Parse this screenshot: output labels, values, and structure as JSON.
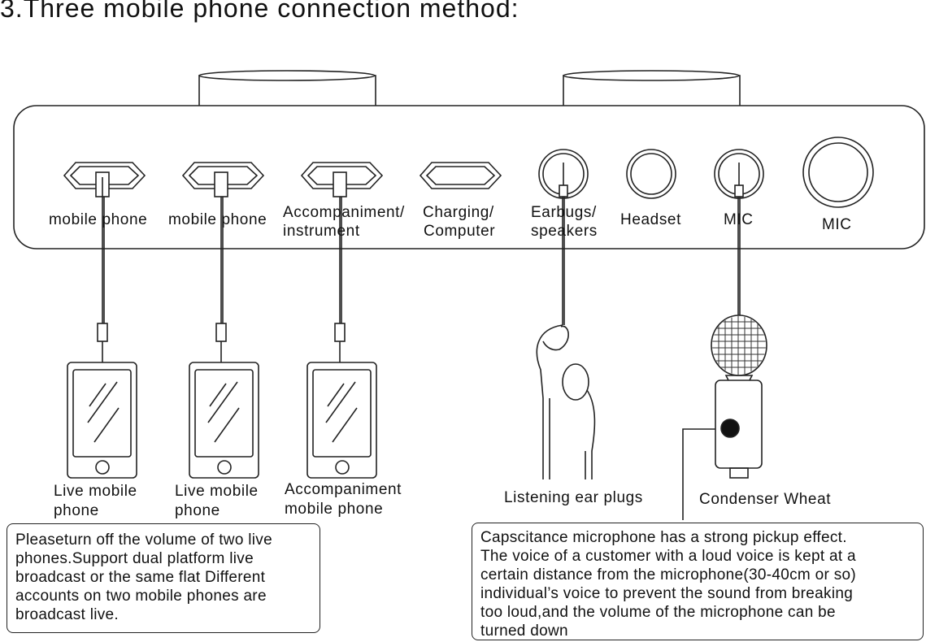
{
  "title": "3.Three mobile phone connection method:",
  "panel": {
    "ports": [
      {
        "label_lines": [
          "mobile phone"
        ]
      },
      {
        "label_lines": [
          "mobile phone"
        ]
      },
      {
        "label_lines": [
          "Accompaniment/",
          "instrument"
        ]
      },
      {
        "label_lines": [
          "Charging/",
          "Computer"
        ]
      },
      {
        "label_lines": [
          "Earbugs/",
          "speakers"
        ]
      },
      {
        "label_lines": [
          "Headset"
        ]
      },
      {
        "label_lines": [
          "MIC"
        ]
      },
      {
        "label_lines": [
          "MIC"
        ]
      }
    ]
  },
  "devices": {
    "phone_1": [
      "Live  mobile",
      "phone"
    ],
    "phone_2": [
      "Live  mobile",
      "phone"
    ],
    "phone_3": [
      "Accompaniment",
      "mobile  phone"
    ],
    "earplugs": "Listening ear plugs",
    "condenser": "Condenser Wheat"
  },
  "notes": {
    "left": [
      "Pleaseturn off the volume of two live",
      "phones.Support dual platform live",
      "broadcast or the same flat Different",
      "accounts on two mobile phones are",
      "broadcast live."
    ],
    "right": [
      "Capscitance microphone has a strong pickup effect.",
      "The voice of a customer with a loud voice is kept at a",
      "certain distance from the microphone(30-40cm or so)",
      "individual’s voice to prevent the sound from breaking",
      "too loud,and the volume of the microphone can be",
      "turned down"
    ]
  },
  "icons": [
    "usb-port-icon",
    "audio-jack-icon",
    "phone-icon",
    "earbud-icon",
    "condenser-mic-icon",
    "knob-icon"
  ]
}
